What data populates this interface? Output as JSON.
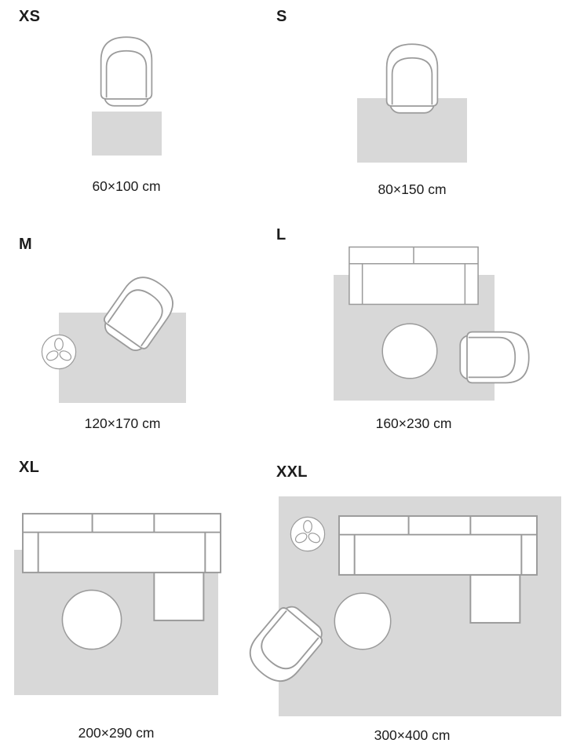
{
  "colors": {
    "bg": "#ffffff",
    "rug": "#d8d8d8",
    "outline": "#9b9b9b",
    "text": "#1c1c1c"
  },
  "sizes": [
    {
      "label": "XS",
      "dimensions": "60×100 cm"
    },
    {
      "label": "S",
      "dimensions": "80×150 cm"
    },
    {
      "label": "M",
      "dimensions": "120×170 cm"
    },
    {
      "label": "L",
      "dimensions": "160×230 cm"
    },
    {
      "label": "XL",
      "dimensions": "200×290 cm"
    },
    {
      "label": "XXL",
      "dimensions": "300×400 cm"
    }
  ],
  "icons": {
    "armchair": "armchair-top-view",
    "sofa": "sofa-top-view",
    "sectional": "sectional-sofa-top-view",
    "table": "round-coffee-table-top-view",
    "plant": "potted-plant-top-view"
  }
}
